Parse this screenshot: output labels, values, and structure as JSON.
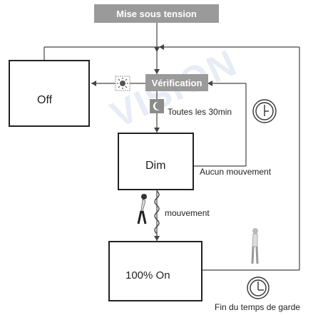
{
  "title": "Mise sous tension",
  "check_label": "Vérification",
  "interval_label": "Toutes les 30min",
  "no_motion_label": "Aucun mouvement",
  "motion_label": "mouvement",
  "hold_time_label": "Fin du temps de garde",
  "states": {
    "off": "Off",
    "dim": "Dim",
    "on": "100% On"
  },
  "watermark": "VISION",
  "colors": {
    "label_bg": "#9a9a9a",
    "line": "#444444",
    "lamp_on": "#cfcfcf"
  },
  "icons": [
    "sun-icon",
    "moon-icon",
    "timer-icon",
    "person-walking-icon",
    "person-standing-icon",
    "moon-stars-icon"
  ]
}
